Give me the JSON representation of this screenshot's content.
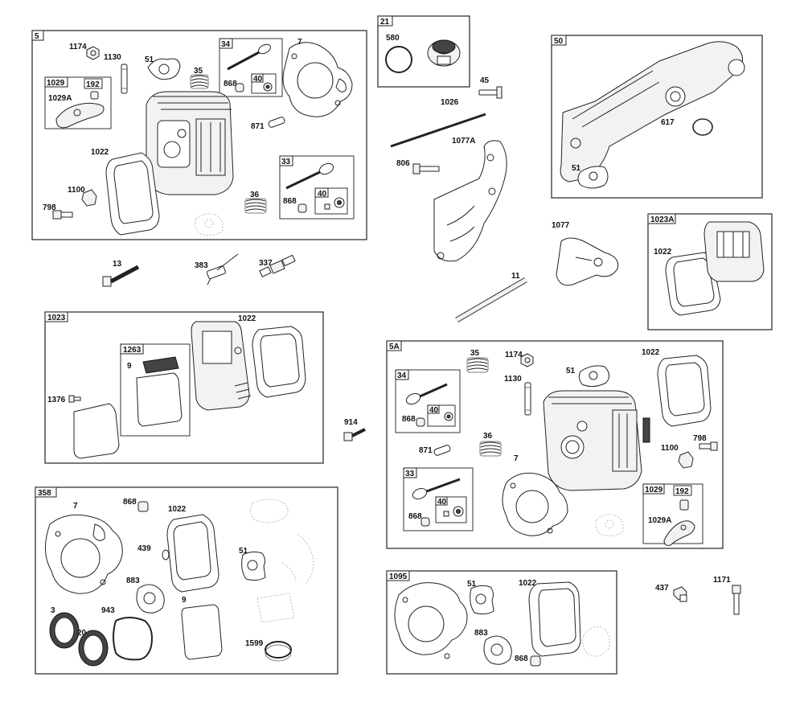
{
  "boxes": {
    "b5": "5",
    "b34a": "34",
    "b40a": "40",
    "b1029a": "1029",
    "b192a": "192",
    "b33a": "33",
    "b40b": "40",
    "b21": "21",
    "b50": "50",
    "b1023A": "1023A",
    "b1023": "1023",
    "b1263": "1263",
    "b5A": "5A",
    "b34b": "34",
    "b40c": "40",
    "b33b": "33",
    "b40d": "40",
    "b1029b": "1029",
    "b192b": "192",
    "b358": "358",
    "b1095": "1095"
  },
  "labels": {
    "l1174a": "1174",
    "l1130a": "1130",
    "l51a": "51",
    "l35a": "35",
    "l868a": "868",
    "l7a": "7",
    "l1029Aa": "1029A",
    "l871a": "871",
    "l1022a": "1022",
    "l36a": "36",
    "l868b": "868",
    "l1100a": "1100",
    "l798a": "798",
    "l580": "580",
    "l45": "45",
    "l1026": "1026",
    "l1077A": "1077A",
    "l806": "806",
    "l617": "617",
    "l51b": "51",
    "l1077": "1077",
    "l1022b": "1022",
    "l13": "13",
    "l383": "383",
    "l337": "337",
    "l11": "11",
    "l1022c": "1022",
    "l9a": "9",
    "l1376": "1376",
    "l914": "914",
    "l35b": "35",
    "l1174b": "1174",
    "l1022d": "1022",
    "l51c": "51",
    "l1130b": "1130",
    "l868c": "868",
    "l871b": "871",
    "l36b": "36",
    "l7b": "7",
    "l1100b": "1100",
    "l798b": "798",
    "l868d": "868",
    "l1029Ab": "1029A",
    "l7c": "7",
    "l868e": "868",
    "l1022e": "1022",
    "l439": "439",
    "l51d": "51",
    "l883a": "883",
    "l3": "3",
    "l943": "943",
    "l9b": "9",
    "l20": "20",
    "l1599": "1599",
    "l51e": "51",
    "l1022f": "1022",
    "l883b": "883",
    "l868f": "868",
    "l437": "437",
    "l1171": "1171"
  }
}
